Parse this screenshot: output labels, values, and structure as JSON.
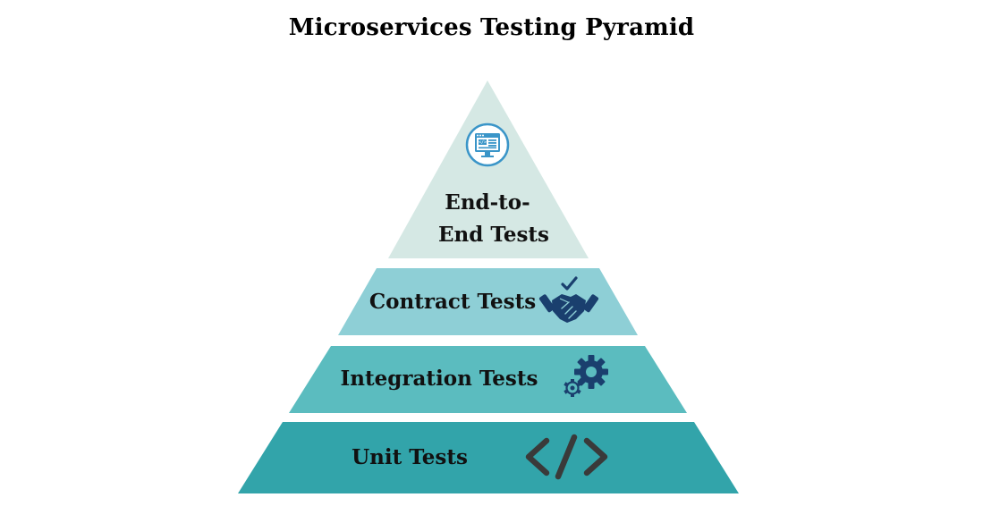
{
  "title": "Microservices Testing Pyramid",
  "tiers": [
    {
      "id": "end-to-end",
      "label_lines": [
        "End-to-",
        "End Tests"
      ],
      "icon": "browser-window-icon",
      "color": "#d5e8e4"
    },
    {
      "id": "contract",
      "label_lines": [
        "Contract Tests"
      ],
      "icon": "handshake-check-icon",
      "color": "#8ecfd6"
    },
    {
      "id": "integration",
      "label_lines": [
        "Integration Tests"
      ],
      "icon": "gears-icon",
      "color": "#5bbcbf"
    },
    {
      "id": "unit",
      "label_lines": [
        "Unit Tests"
      ],
      "icon": "code-brackets-icon",
      "color": "#32a4aa"
    }
  ],
  "colors": {
    "icon_navy": "#1a3f6e",
    "icon_blue": "#3a95c8",
    "code_icon": "#3a3a3a"
  }
}
